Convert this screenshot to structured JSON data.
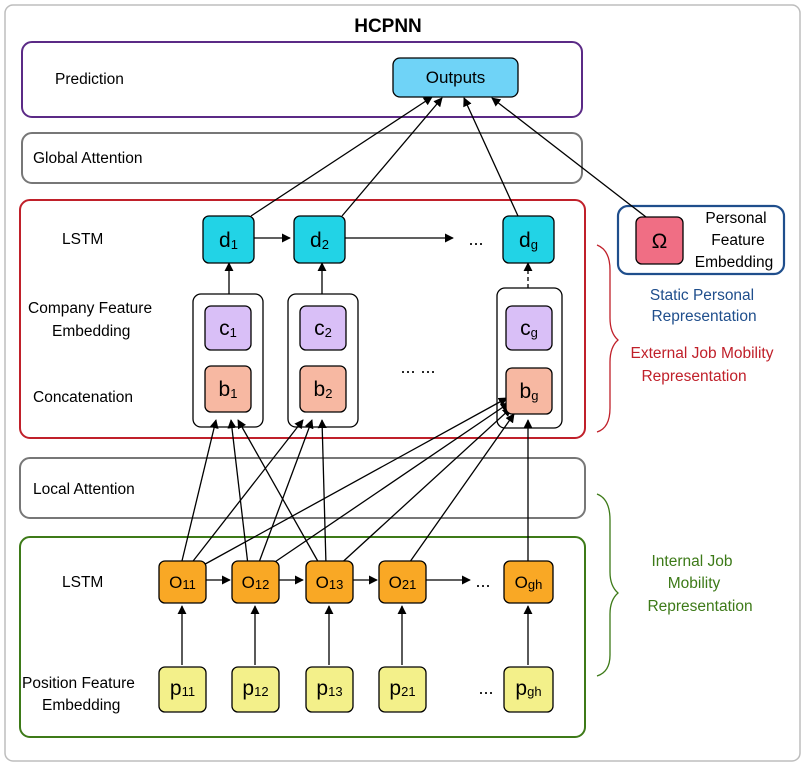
{
  "title": "HCPNN",
  "layers": {
    "prediction": "Prediction",
    "global_attention": "Global Attention",
    "lstm_upper": "LSTM",
    "company_feature_1": "Company Feature",
    "company_feature_2": "Embedding",
    "concatenation": "Concatenation",
    "local_attention": "Local Attention",
    "lstm_lower": "LSTM",
    "position_feature_1": "Position Feature",
    "position_feature_2": "Embedding"
  },
  "nodes": {
    "outputs": "Outputs",
    "omega": "Ω",
    "personal_1": "Personal",
    "personal_2": "Feature",
    "personal_3": "Embedding",
    "d": [
      {
        "base": "d",
        "sub": "1"
      },
      {
        "base": "d",
        "sub": "2"
      },
      {
        "base": "d",
        "sub": "g"
      }
    ],
    "c": [
      {
        "base": "c",
        "sub": "1"
      },
      {
        "base": "c",
        "sub": "2"
      },
      {
        "base": "c",
        "sub": "g"
      }
    ],
    "b": [
      {
        "base": "b",
        "sub": "1"
      },
      {
        "base": "b",
        "sub": "2"
      },
      {
        "base": "b",
        "sub": "g"
      }
    ],
    "o": [
      {
        "base": "O",
        "sub": "11"
      },
      {
        "base": "O",
        "sub": "12"
      },
      {
        "base": "O",
        "sub": "13"
      },
      {
        "base": "O",
        "sub": "21"
      },
      {
        "base": "O",
        "sub": "gh"
      }
    ],
    "p": [
      {
        "base": "p",
        "sub": "11"
      },
      {
        "base": "p",
        "sub": "12"
      },
      {
        "base": "p",
        "sub": "13"
      },
      {
        "base": "p",
        "sub": "21"
      },
      {
        "base": "p",
        "sub": "gh"
      }
    ],
    "ellipsis_d": "...",
    "ellipsis_mid": "... ...",
    "ellipsis_o": "...",
    "ellipsis_p": "..."
  },
  "annotations": {
    "static_1": "Static Personal",
    "static_2": "Representation",
    "external_1": "External Job Mobility",
    "external_2": "Representation",
    "internal_1": "Internal Job",
    "internal_2": "Mobility",
    "internal_3": "Representation"
  },
  "colors": {
    "prediction_border": "#5b2a86",
    "global_border": "#777777",
    "external_border": "#c0202a",
    "internal_border": "#3d7a18",
    "personal_border": "#1f4e8c",
    "outputs_fill": "#6fd3f7",
    "d_fill": "#22d3e6",
    "c_fill": "#d9bff7",
    "b_fill": "#f7b8a2",
    "o_fill": "#f9a825",
    "p_fill": "#f3f08a",
    "omega_fill": "#f06e84",
    "static_text": "#1f4e8c",
    "external_text": "#c0202a",
    "internal_text": "#3d7a18"
  }
}
